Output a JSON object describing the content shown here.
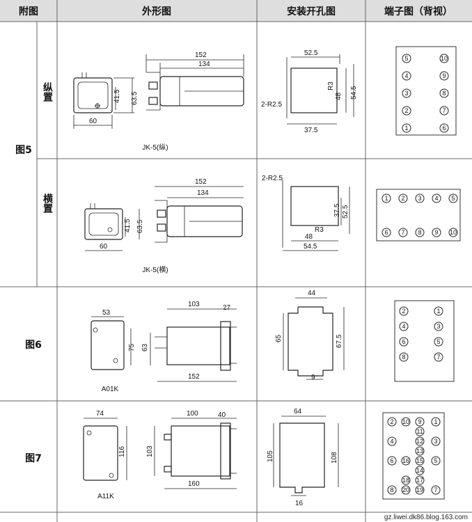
{
  "header": {
    "col_fig": "附图",
    "col_outline": "外形图",
    "col_mount": "安装开孔图",
    "col_terminal": "端子图（背视）"
  },
  "rows": {
    "fig5_label": "图5",
    "fig5_vertical": "纵置",
    "fig5_horizontal": "横置",
    "fig6_label": "图6",
    "fig7_label": "图7"
  },
  "fig5v": {
    "dims": {
      "w152": "152",
      "w134": "134",
      "h415": "41.5",
      "h635": "63.5",
      "w60": "60",
      "m525": "52.5",
      "r3": "R3",
      "m48": "48",
      "m545": "54.5",
      "m375": "37.5",
      "r25": "2-R2.5"
    },
    "caption": "JK-5(纵)",
    "terminals": [
      "5",
      "10",
      "4",
      "9",
      "3",
      "8",
      "2",
      "7",
      "1",
      "6"
    ]
  },
  "fig5h": {
    "dims": {
      "w152": "152",
      "w134": "134",
      "h415": "41.5",
      "h635": "63.5",
      "w60": "60",
      "r25": "2-R2.5",
      "m375": "37.5",
      "m525": "52.5",
      "r3": "R3",
      "m48": "48",
      "m545": "54.5"
    },
    "caption": "JK-5(横)",
    "terminals_top": [
      "1",
      "2",
      "3",
      "4",
      "5"
    ],
    "terminals_bottom": [
      "6",
      "7",
      "8",
      "9",
      "10"
    ]
  },
  "fig6": {
    "dims": {
      "w53": "53",
      "h75": "75",
      "w103": "103",
      "w27": "27",
      "h63": "63",
      "w152": "152",
      "m44": "44",
      "m65": "65",
      "m675": "67.5",
      "m9": "9"
    },
    "caption": "A01K",
    "terminals": [
      "2",
      "1",
      "4",
      "3",
      "6",
      "5",
      "8",
      "7"
    ]
  },
  "fig7": {
    "dims": {
      "w74": "74",
      "h116": "116",
      "w100": "100",
      "w40": "40",
      "h103": "103",
      "w160": "160",
      "m64": "64",
      "m105": "105",
      "m108": "108",
      "m16": "16"
    },
    "caption": "A11K",
    "terminals": [
      [
        "2",
        "10",
        "9",
        "1"
      ],
      [
        "",
        "11",
        ""
      ],
      [
        "4",
        "12",
        "3"
      ],
      [
        "",
        "13",
        ""
      ],
      [
        "6",
        "16",
        "15",
        "5"
      ],
      [
        "",
        "14",
        ""
      ],
      [
        "",
        "18",
        "17",
        ""
      ],
      [
        "8",
        "20",
        "19",
        "7"
      ]
    ]
  },
  "footer": "gz.liwei.dk86.blog.163.com"
}
